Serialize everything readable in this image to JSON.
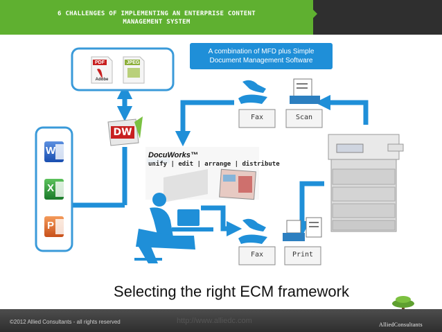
{
  "header": {
    "title_line1": "6 CHALLENGES OF IMPLEMENTING AN ENTERPRISE CONTENT",
    "title_line2": "MANAGEMENT SYSTEM",
    "banner_color": "#5fb030"
  },
  "diagram": {
    "mfd_label_line1": "A combination of MFD plus Simple",
    "mfd_label_line2": "Document Management Software",
    "top_devices": {
      "fax": "Fax",
      "scan": "Scan"
    },
    "bottom_devices": {
      "fax": "Fax",
      "print": "Print"
    },
    "file_types": {
      "pdf": "PDF",
      "jpeg": "JPEG",
      "adobe": "Adobe"
    },
    "docuworks": {
      "title": "DocuWorks™",
      "subtitle": "unify | edit | arrange | distribute"
    },
    "office_apps": {
      "word": "W",
      "excel": "X",
      "powerpoint": "P"
    },
    "dw_badge": "DW",
    "accent_color": "#1f8fd8"
  },
  "caption": "Selecting the right ECM framework",
  "footer": {
    "copyright": "©2012 Allied Consultants - all rights reserved",
    "url": "http://www.alliedc.com",
    "brand": "AlliedConsultants"
  }
}
